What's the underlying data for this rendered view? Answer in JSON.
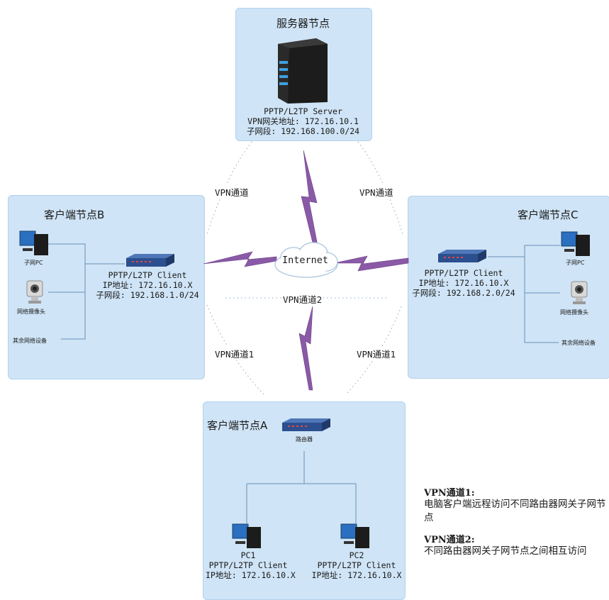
{
  "server": {
    "title": "服务器节点",
    "role": "PPTP/L2TP Server",
    "gateway": "VPN网关地址: 172.16.10.1",
    "subnet": "子网段: 192.168.100.0/24"
  },
  "client_b": {
    "title": "客户端节点B",
    "role": "PPTP/L2TP Client",
    "ip": "IP地址: 172.16.10.X",
    "subnet": "子网段: 192.168.1.0/24",
    "devices": [
      "子网PC",
      "网络摄像头",
      "其余网络设备"
    ]
  },
  "client_c": {
    "title": "客户端节点C",
    "role": "PPTP/L2TP Client",
    "ip": "IP地址: 172.16.10.X",
    "subnet": "子网段: 192.168.2.0/24",
    "devices": [
      "子网PC",
      "网络摄像头",
      "其余网络设备"
    ]
  },
  "client_a": {
    "title": "客户端节点A",
    "router_label": "路由器",
    "pc1": {
      "name": "PC1",
      "role": "PPTP/L2TP Client",
      "ip": "IP地址: 172.16.10.X"
    },
    "pc2": {
      "name": "PC2",
      "role": "PPTP/L2TP Client",
      "ip": "IP地址: 172.16.10.X"
    }
  },
  "internet_label": "Internet",
  "tunnels": {
    "top_left": "VPN通道",
    "top_right": "VPN通道",
    "middle": "VPN通道2",
    "bottom_left": "VPN通道1",
    "bottom_right": "VPN通道1"
  },
  "legend": {
    "tunnel1_title": "VPN通道1:",
    "tunnel1_desc": "电脑客户端远程访问不同路由器网关子网节点",
    "tunnel2_title": "VPN通道2:",
    "tunnel2_desc": "不同路由器网关子网节点之间相互访问"
  },
  "colors": {
    "panel": "#cfe4f6",
    "lightning": "#8a5aa6",
    "dotted": "#8aa8c8",
    "router": "#2c4f8f"
  }
}
